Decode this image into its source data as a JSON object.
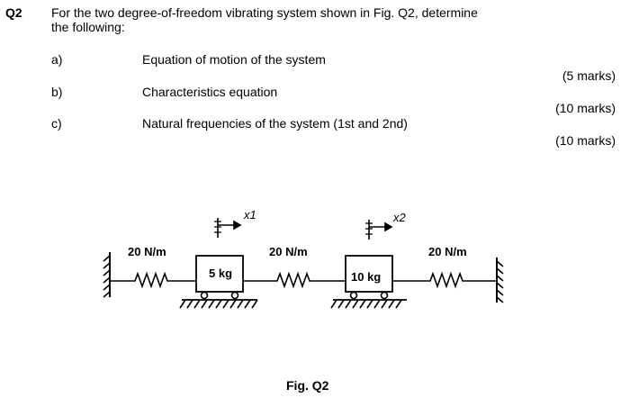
{
  "question": {
    "number": "Q2",
    "prompt_line1": "For the two degree-of-freedom vibrating system shown in Fig. Q2, determine",
    "prompt_line2": "the following:",
    "parts": [
      {
        "label": "a)",
        "text": "Equation of motion of the system",
        "marks": "(5 marks)"
      },
      {
        "label": "b)",
        "text": "Characteristics equation",
        "marks": "(10 marks)"
      },
      {
        "label": "c)",
        "text": "Natural frequencies of the system (1st and 2nd)",
        "marks": "(10 marks)"
      }
    ]
  },
  "figure": {
    "springs": [
      {
        "stiffness": "20 N/m"
      },
      {
        "stiffness": "20 N/m"
      },
      {
        "stiffness": "20 N/m"
      }
    ],
    "masses": [
      {
        "mass": "5 kg",
        "displacement": "x1"
      },
      {
        "mass": "10 kg",
        "displacement": "x2"
      }
    ],
    "caption": "Fig. Q2"
  }
}
